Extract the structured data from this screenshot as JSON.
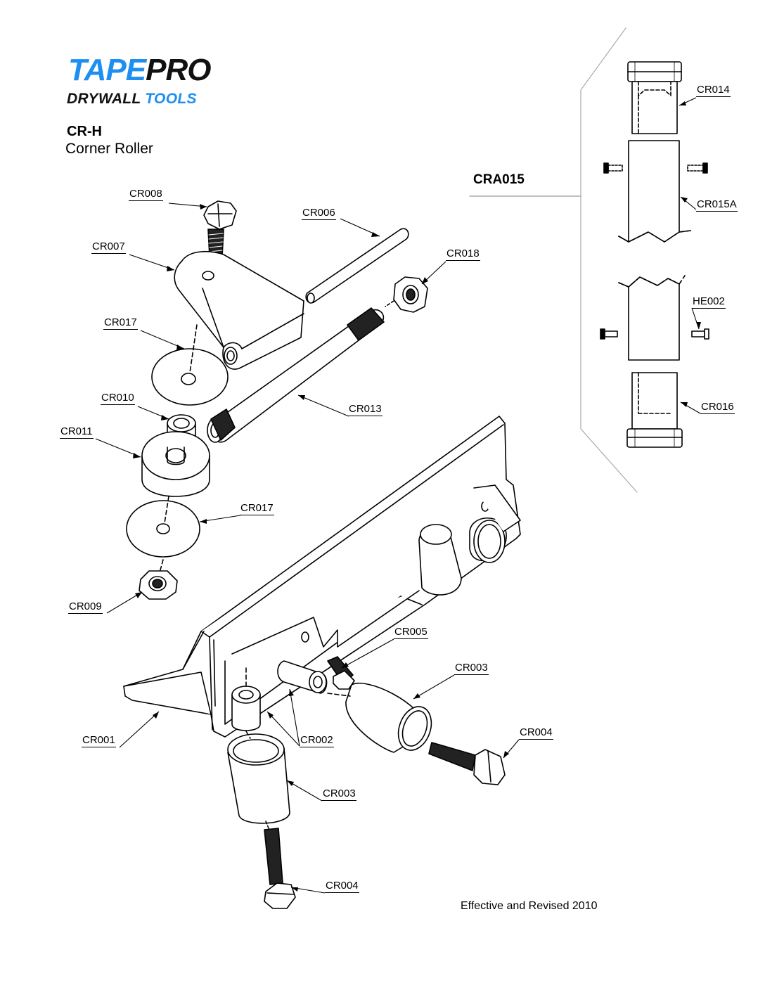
{
  "brand": {
    "word1": "TAPE",
    "word2": "PRO",
    "sub1": "DRYWALL",
    "sub2": "TOOLS"
  },
  "product": {
    "model": "CR-H",
    "name": "Corner Roller"
  },
  "assembly_label": "CRA015",
  "footer": "Effective and Revised 2010",
  "colors": {
    "brand_blue": "#1e8ff0",
    "ink": "#111111"
  },
  "parts": {
    "cr008": "CR008",
    "cr006": "CR006",
    "cr007": "CR007",
    "cr018": "CR018",
    "cr017a": "CR017",
    "cr010": "CR010",
    "cr011": "CR011",
    "cr013": "CR013",
    "cr017b": "CR017",
    "cr009": "CR009",
    "cr005": "CR005",
    "cr003a": "CR003",
    "cr001": "CR001",
    "cr002": "CR002",
    "cr004a": "CR004",
    "cr003b": "CR003",
    "cr004b": "CR004",
    "cr014": "CR014",
    "cr015a": "CR015A",
    "he002": "HE002",
    "cr016": "CR016"
  }
}
